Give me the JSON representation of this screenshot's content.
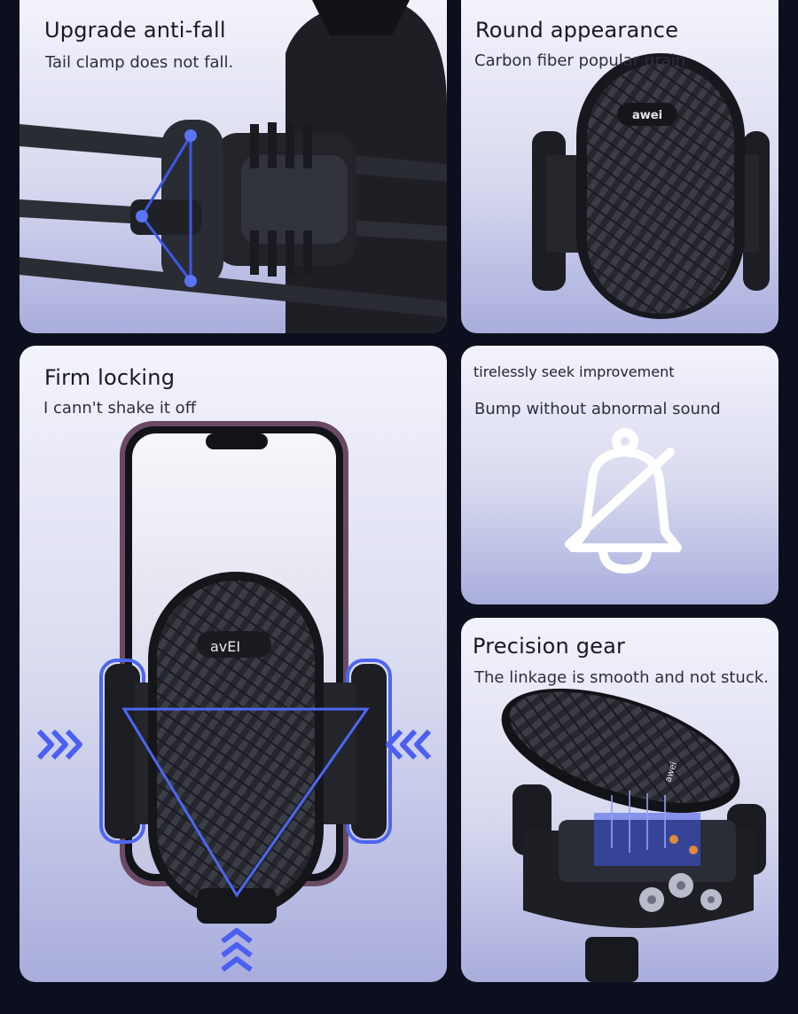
{
  "panels": {
    "anti_fall": {
      "title": "Upgrade anti-fall",
      "subtitle": "Tail clamp does not fall."
    },
    "round": {
      "title": "Round appearance",
      "subtitle": "Carbon fiber popular grain",
      "logo": "awei"
    },
    "locking": {
      "title": "Firm locking",
      "subtitle": "I cann't shake it off",
      "logo": "avEI"
    },
    "tireless": {
      "title": "tirelessly seek improvement",
      "subtitle": "Bump without abnormal sound"
    },
    "gear": {
      "title": "Precision gear",
      "subtitle": "The linkage is smooth and not stuck.",
      "logo": "awei"
    }
  },
  "icons": {
    "muted_bell": "bell-slash-icon",
    "arrows_right": "chevrons-right-icon",
    "arrows_left": "chevrons-left-icon",
    "arrows_up": "chevrons-up-icon"
  },
  "colors": {
    "accent": "#3f57e8",
    "dark": "#1c1e24",
    "background": "#0c0f1d"
  }
}
